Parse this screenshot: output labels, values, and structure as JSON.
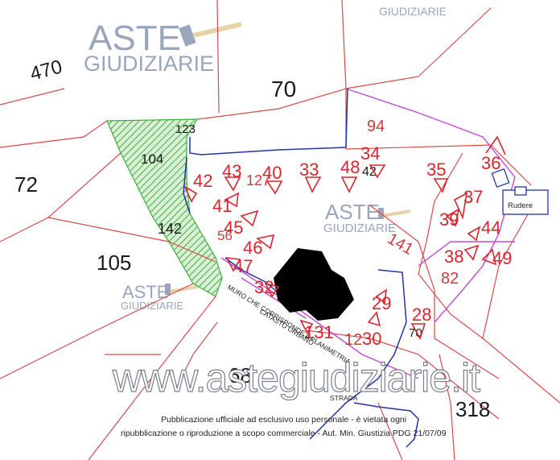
{
  "watermarks": {
    "brand_line1": "ASTE",
    "brand_line2": "GIUDIZIARIE",
    "site": "www.astegiudiziarie.it"
  },
  "parcels": {
    "p470": "470",
    "p70": "70",
    "p72": "72",
    "p105": "105",
    "p68": "68",
    "p318": "318",
    "p94": "94",
    "p123": "123",
    "p104": "104",
    "p127": "127",
    "p142": "142",
    "p56": "56",
    "p141": "141",
    "p82": "82",
    "p12": "12",
    "p70b": "70",
    "p42": "42"
  },
  "points": [
    "33",
    "48",
    "34",
    "35",
    "36",
    "37",
    "39",
    "44",
    "38",
    "49",
    "40",
    "43",
    "42",
    "41",
    "45",
    "46",
    "47",
    "32",
    "131",
    "29",
    "30",
    "28"
  ],
  "labels": {
    "rudere": "Rudere",
    "muro": "MURO CHE CORRISPONDE A PLANIMETRIA",
    "catasto": "CATASTO URBANO",
    "strada": "STRADA"
  },
  "footer": {
    "line1": "Pubblicazione ufficiale ad esclusivo uso personale - è vietata ogni",
    "line2": "ripubblicazione o riproduzione a scopo commerciale - Aut. Min. Giustizia PDG 21/07/09"
  },
  "colors": {
    "parcel_line": "#d84a4a",
    "boundary_magenta": "#c04ad8",
    "boundary_blue": "#2233aa",
    "point_red": "#d8262f",
    "hatch_green": "#3fae3f"
  }
}
